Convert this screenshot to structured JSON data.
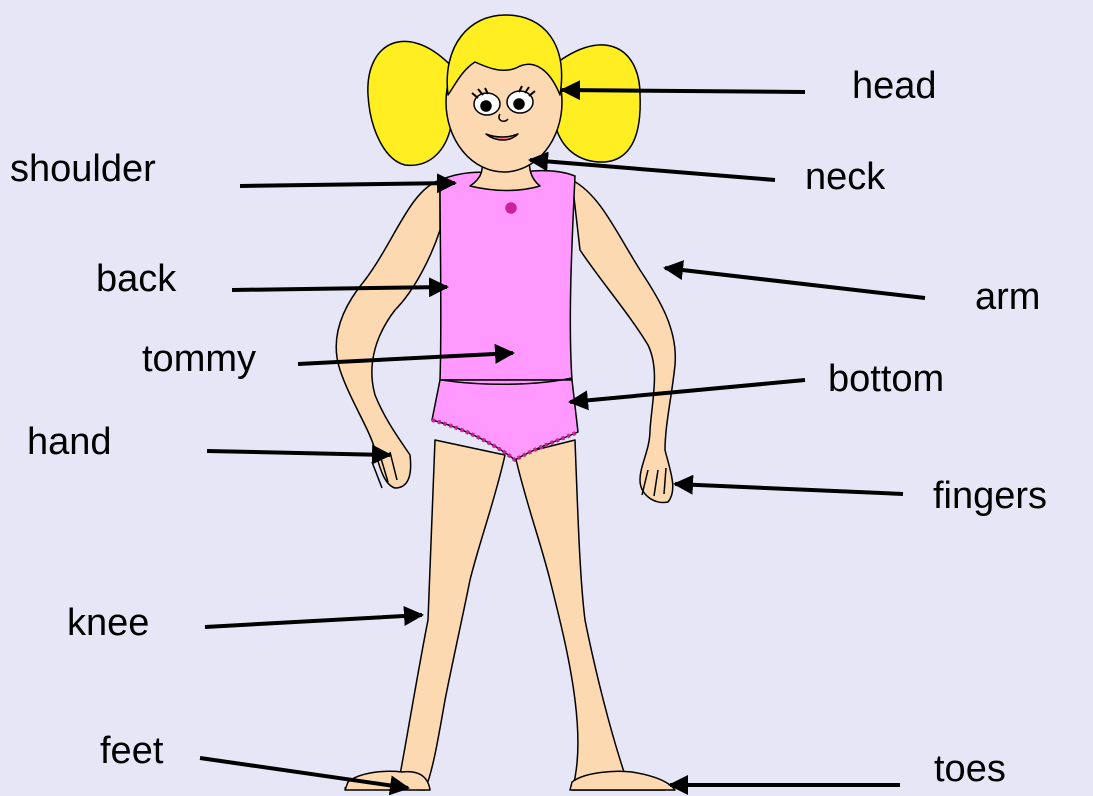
{
  "labels": {
    "head": "head",
    "shoulder": "shoulder",
    "neck": "neck",
    "back": "back",
    "arm": "arm",
    "tommy": "tommy",
    "bottom": "bottom",
    "hand": "hand",
    "fingers": "fingers",
    "knee": "knee",
    "feet": "feet",
    "toes": "toes"
  },
  "colors": {
    "background": "#e6e6f7",
    "skin": "#fdd9b1",
    "hair": "#ffee22",
    "outfit": "#ff99ff",
    "trim": "#cc2299",
    "outline": "#000000"
  }
}
